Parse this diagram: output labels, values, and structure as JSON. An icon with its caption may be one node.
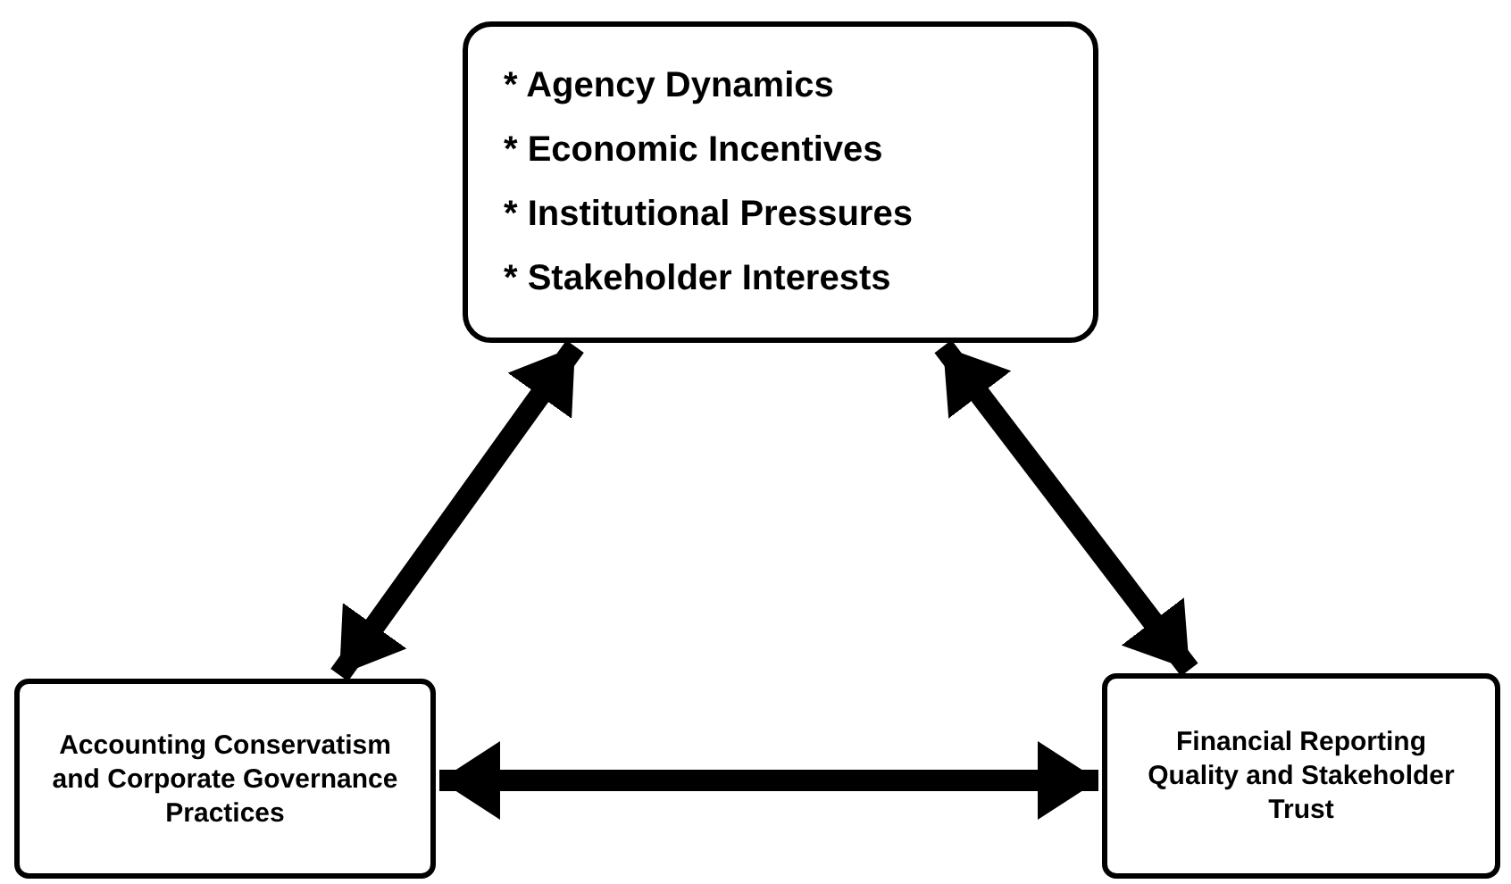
{
  "diagram": {
    "nodes": [
      {
        "text": [
          "* Agency Dynamics",
          "* Economic Incentives",
          "* Institutional Pressures",
          "* Stakeholder Interests"
        ]
      },
      {
        "text": [
          "Accounting Conservatism and Corporate Governance Practices"
        ]
      },
      {
        "text": [
          "Financial Reporting Quality and Stakeholder Trust"
        ]
      }
    ],
    "edges": [
      {
        "from": 0,
        "to": 1,
        "arrow": "both"
      },
      {
        "from": 0,
        "to": 2,
        "arrow": "both"
      },
      {
        "from": 1,
        "to": 2,
        "arrow": "both"
      }
    ]
  }
}
